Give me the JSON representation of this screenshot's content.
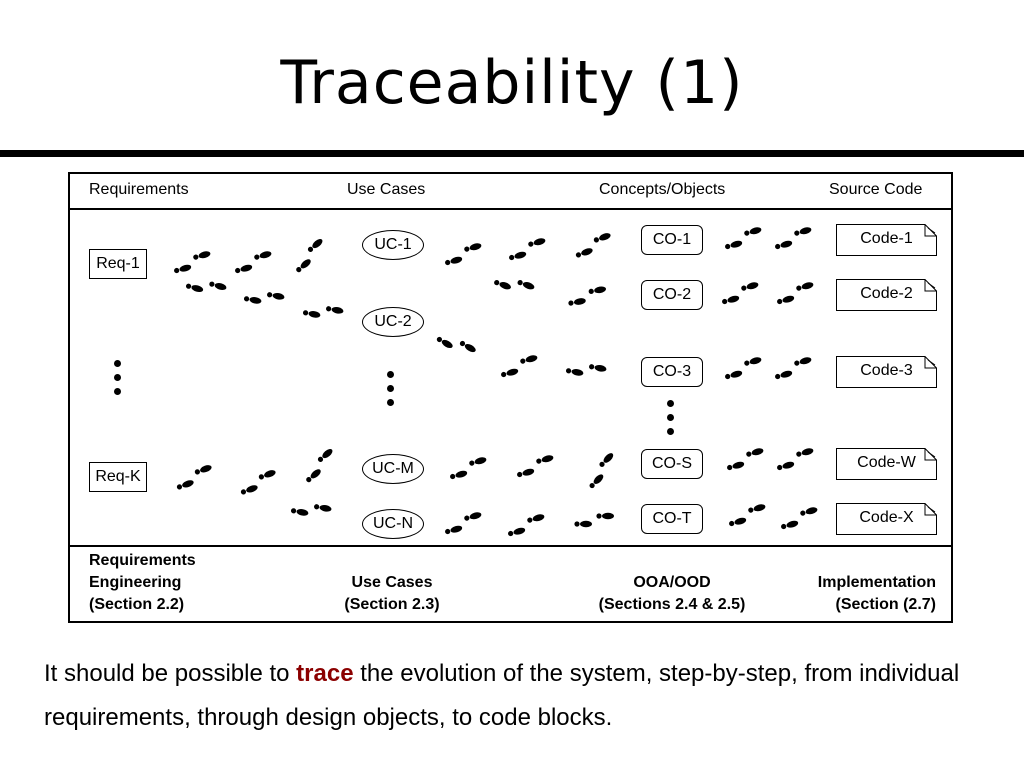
{
  "title": "Traceability (1)",
  "columns": {
    "requirements": "Requirements",
    "use_cases": "Use Cases",
    "concepts": "Concepts/Objects",
    "source_code": "Source Code"
  },
  "footer": {
    "requirements": [
      "Requirements",
      "Engineering",
      "(Section 2.2)"
    ],
    "use_cases": [
      "Use Cases",
      "(Section 2.3)"
    ],
    "ooa": [
      "OOA/OOD",
      "(Sections 2.4 & 2.5)"
    ],
    "implementation": [
      "Implementation",
      "(Section (2.7)"
    ]
  },
  "requirements": [
    "Req-1",
    "Req-K"
  ],
  "use_cases": [
    "UC-1",
    "UC-2",
    "UC-M",
    "UC-N"
  ],
  "objects": [
    "CO-1",
    "CO-2",
    "CO-3",
    "CO-S",
    "CO-T"
  ],
  "code_blocks": [
    "Code-1",
    "Code-2",
    "Code-3",
    "Code-W",
    "Code-X"
  ],
  "caption": {
    "before": "It should be possible to ",
    "highlight": "trace",
    "after": " the evolution of the system, step-by-step, from individual requirements, through design objects, to code blocks."
  },
  "colors": {
    "highlight": "#8b0000",
    "ink": "#000000"
  },
  "footprint_icon": "footprints-icon"
}
